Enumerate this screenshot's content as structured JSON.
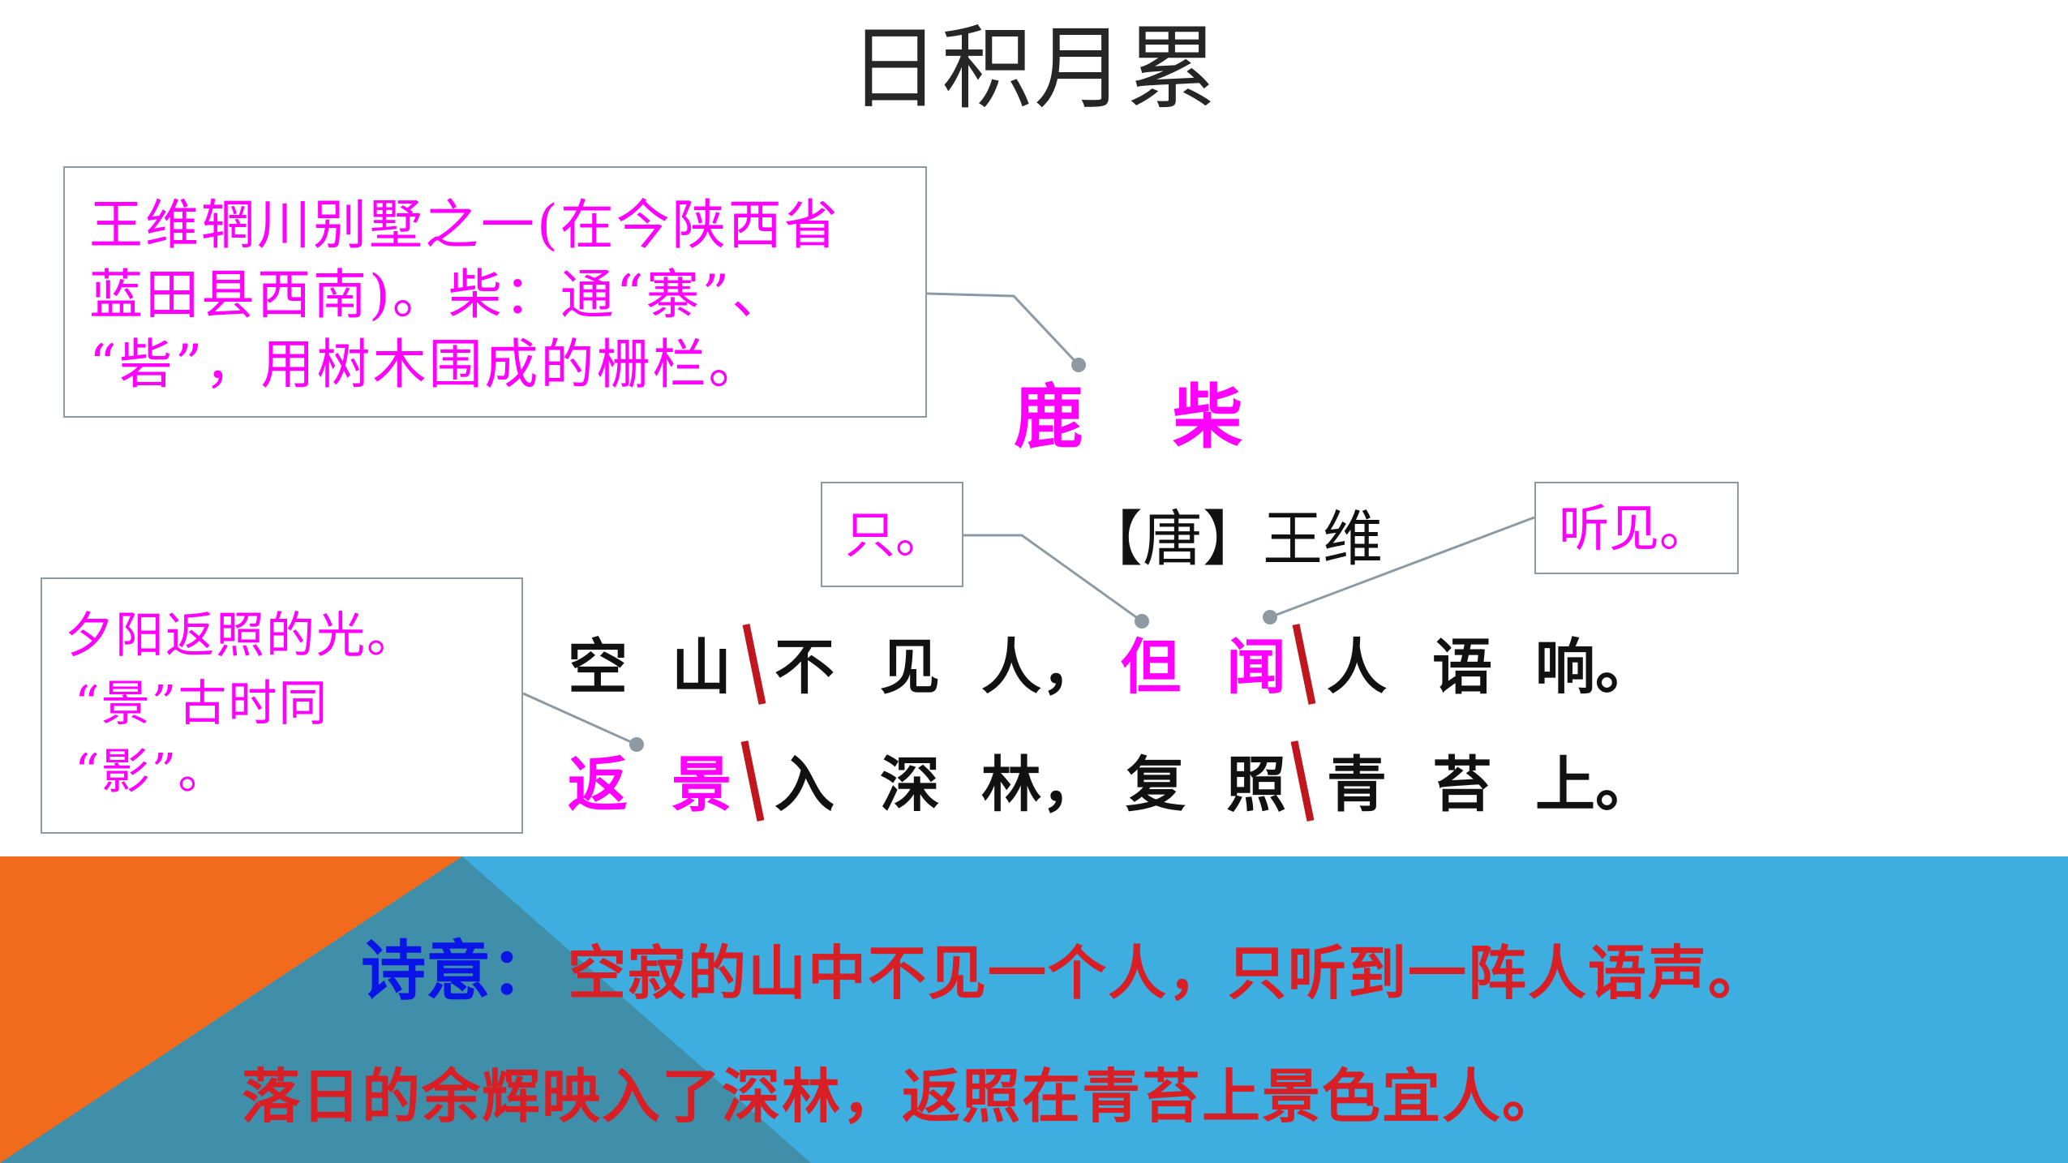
{
  "title": "日积月累",
  "notes": {
    "place": {
      "lines": [
        "王维辋川别墅之一(在今陕西省",
        "蓝田县西南)。柴：通“寨”、",
        "“砦”，用树木围成的栅栏。"
      ]
    },
    "jing": {
      "lines": [
        "夕阳返照的光。",
        "“景”古时同",
        "“影”。"
      ]
    },
    "dan": {
      "text": "只。"
    },
    "wen": {
      "text": "听见。"
    }
  },
  "poem": {
    "title": "鹿 柴",
    "author": "【唐】王维",
    "line1": [
      "空",
      "山",
      "不",
      "见",
      "人，",
      "但",
      "闻",
      "人",
      "语",
      "响。"
    ],
    "line2": [
      "返",
      "景",
      "入",
      "深",
      "林，",
      "复",
      "照",
      "青",
      "苔",
      "上。"
    ]
  },
  "meaning": {
    "label": "诗意：",
    "line1": "空寂的山中不见一个人，只听到一阵人语声。",
    "line2": "落日的余辉映入了深林，返照在青苔上景色宜人。"
  },
  "colors": {
    "annotation": "#ff00ff",
    "slash": "#c0161d",
    "meaning_text": "#d81f26",
    "meaning_label": "#0a14e6",
    "bar_blue": "#3daedf",
    "bar_orange": "#f26b1d",
    "bar_teal": "#3f8faa"
  }
}
